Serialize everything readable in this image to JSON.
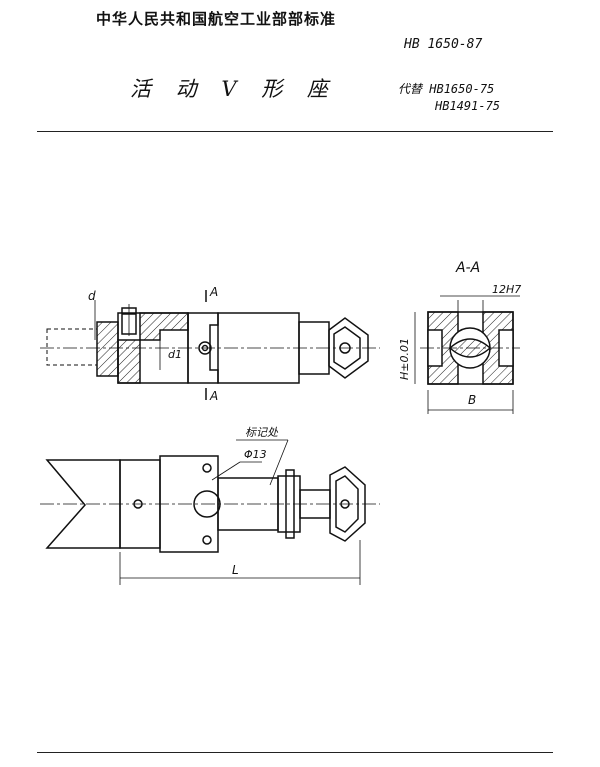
{
  "header": {
    "organization": "中华人民共和国航空工业部部标准",
    "standard_number": "HB 1650-87",
    "title": "活 动 V 形 座",
    "replaces_label": "代替",
    "replaces_1": "HB1650-75",
    "replaces_2": "HB1491-75"
  },
  "drawing": {
    "section_mark": "A",
    "section_title": "A-A",
    "fit_label": "12H7",
    "dim_d": "d",
    "dim_d1": "d1",
    "dim_h": "H±0.01",
    "dim_b": "B",
    "dim_l": "L",
    "dim_hole": "Φ13",
    "note": "标记处"
  }
}
